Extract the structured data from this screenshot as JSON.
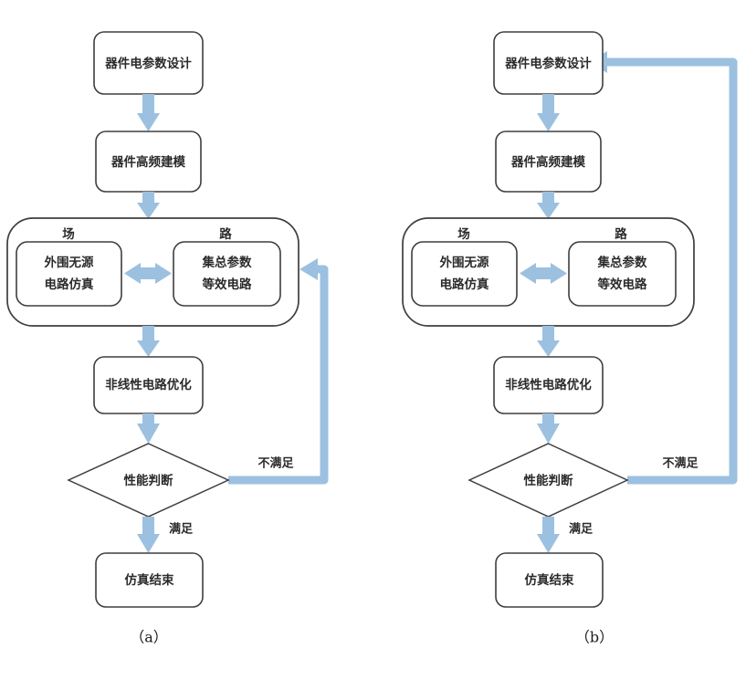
{
  "figure": {
    "background_color": "#ffffff",
    "arrow_color": "#9cc0e0",
    "node_stroke_color": "#3e3e3e",
    "text_color": "#2b2b2b"
  },
  "panels": [
    {
      "id": "a",
      "caption": "（a）",
      "nodes": {
        "design": "器件电参数设计",
        "modeling": "器件高频建模",
        "group_left_title": "场",
        "group_right_title": "路",
        "group_left_body": "外围无源\n电路仿真",
        "group_left_line1": "外围无源",
        "group_left_line2": "电路仿真",
        "group_right_line1": "集总参数",
        "group_right_line2": "等效电路",
        "optimize": "非线性电路优化",
        "decision": "性能判断",
        "end": "仿真结束"
      },
      "edge_labels": {
        "fail": "不满足",
        "pass": "满足"
      },
      "feedback_target": "场路协同模块（路）"
    },
    {
      "id": "b",
      "caption": "（b）",
      "nodes": {
        "design": "器件电参数设计",
        "modeling": "器件高频建模",
        "group_left_title": "场",
        "group_right_title": "路",
        "group_left_line1": "外围无源",
        "group_left_line2": "电路仿真",
        "group_right_line1": "集总参数",
        "group_right_line2": "等效电路",
        "optimize": "非线性电路优化",
        "decision": "性能判断",
        "end": "仿真结束"
      },
      "edge_labels": {
        "fail": "不满足",
        "pass": "满足"
      },
      "feedback_target": "器件电参数设计"
    }
  ]
}
